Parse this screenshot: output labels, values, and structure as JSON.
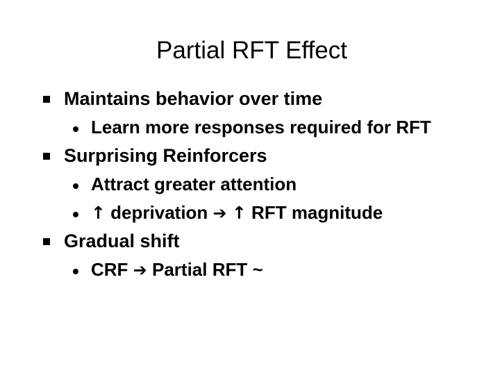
{
  "slide": {
    "title": "Partial RFT Effect",
    "background_color": "#ffffff",
    "text_color": "#000000",
    "bullet_level1_marker": "filled-square",
    "bullet_level2_marker": "filled-circle",
    "glyphs": {
      "up_arrow": "↑",
      "right_arrow": "➔"
    },
    "bullets": [
      {
        "text": "Maintains behavior over time",
        "children": [
          {
            "text": "Learn more responses required for RFT"
          }
        ]
      },
      {
        "text": "Surprising Reinforcers",
        "children": [
          {
            "text": "Attract greater attention"
          },
          {
            "segments": [
              {
                "type": "glyph",
                "name": "up-arrow-icon",
                "value": "↑"
              },
              {
                "type": "text",
                "value": " deprivation "
              },
              {
                "type": "glyph",
                "name": "right-arrow-icon",
                "value": "➔"
              },
              {
                "type": "text",
                "value": " "
              },
              {
                "type": "glyph",
                "name": "up-arrow-icon",
                "value": "↑"
              },
              {
                "type": "text",
                "value": " RFT magnitude"
              }
            ],
            "text": "↑ deprivation ➔ ↑ RFT magnitude"
          }
        ]
      },
      {
        "text": "Gradual shift",
        "children": [
          {
            "segments": [
              {
                "type": "text",
                "value": "CRF "
              },
              {
                "type": "glyph",
                "name": "right-arrow-icon",
                "value": "➔"
              },
              {
                "type": "text",
                "value": " Partial RFT ~"
              }
            ],
            "text": "CRF ➔ Partial RFT ~"
          }
        ]
      }
    ]
  }
}
